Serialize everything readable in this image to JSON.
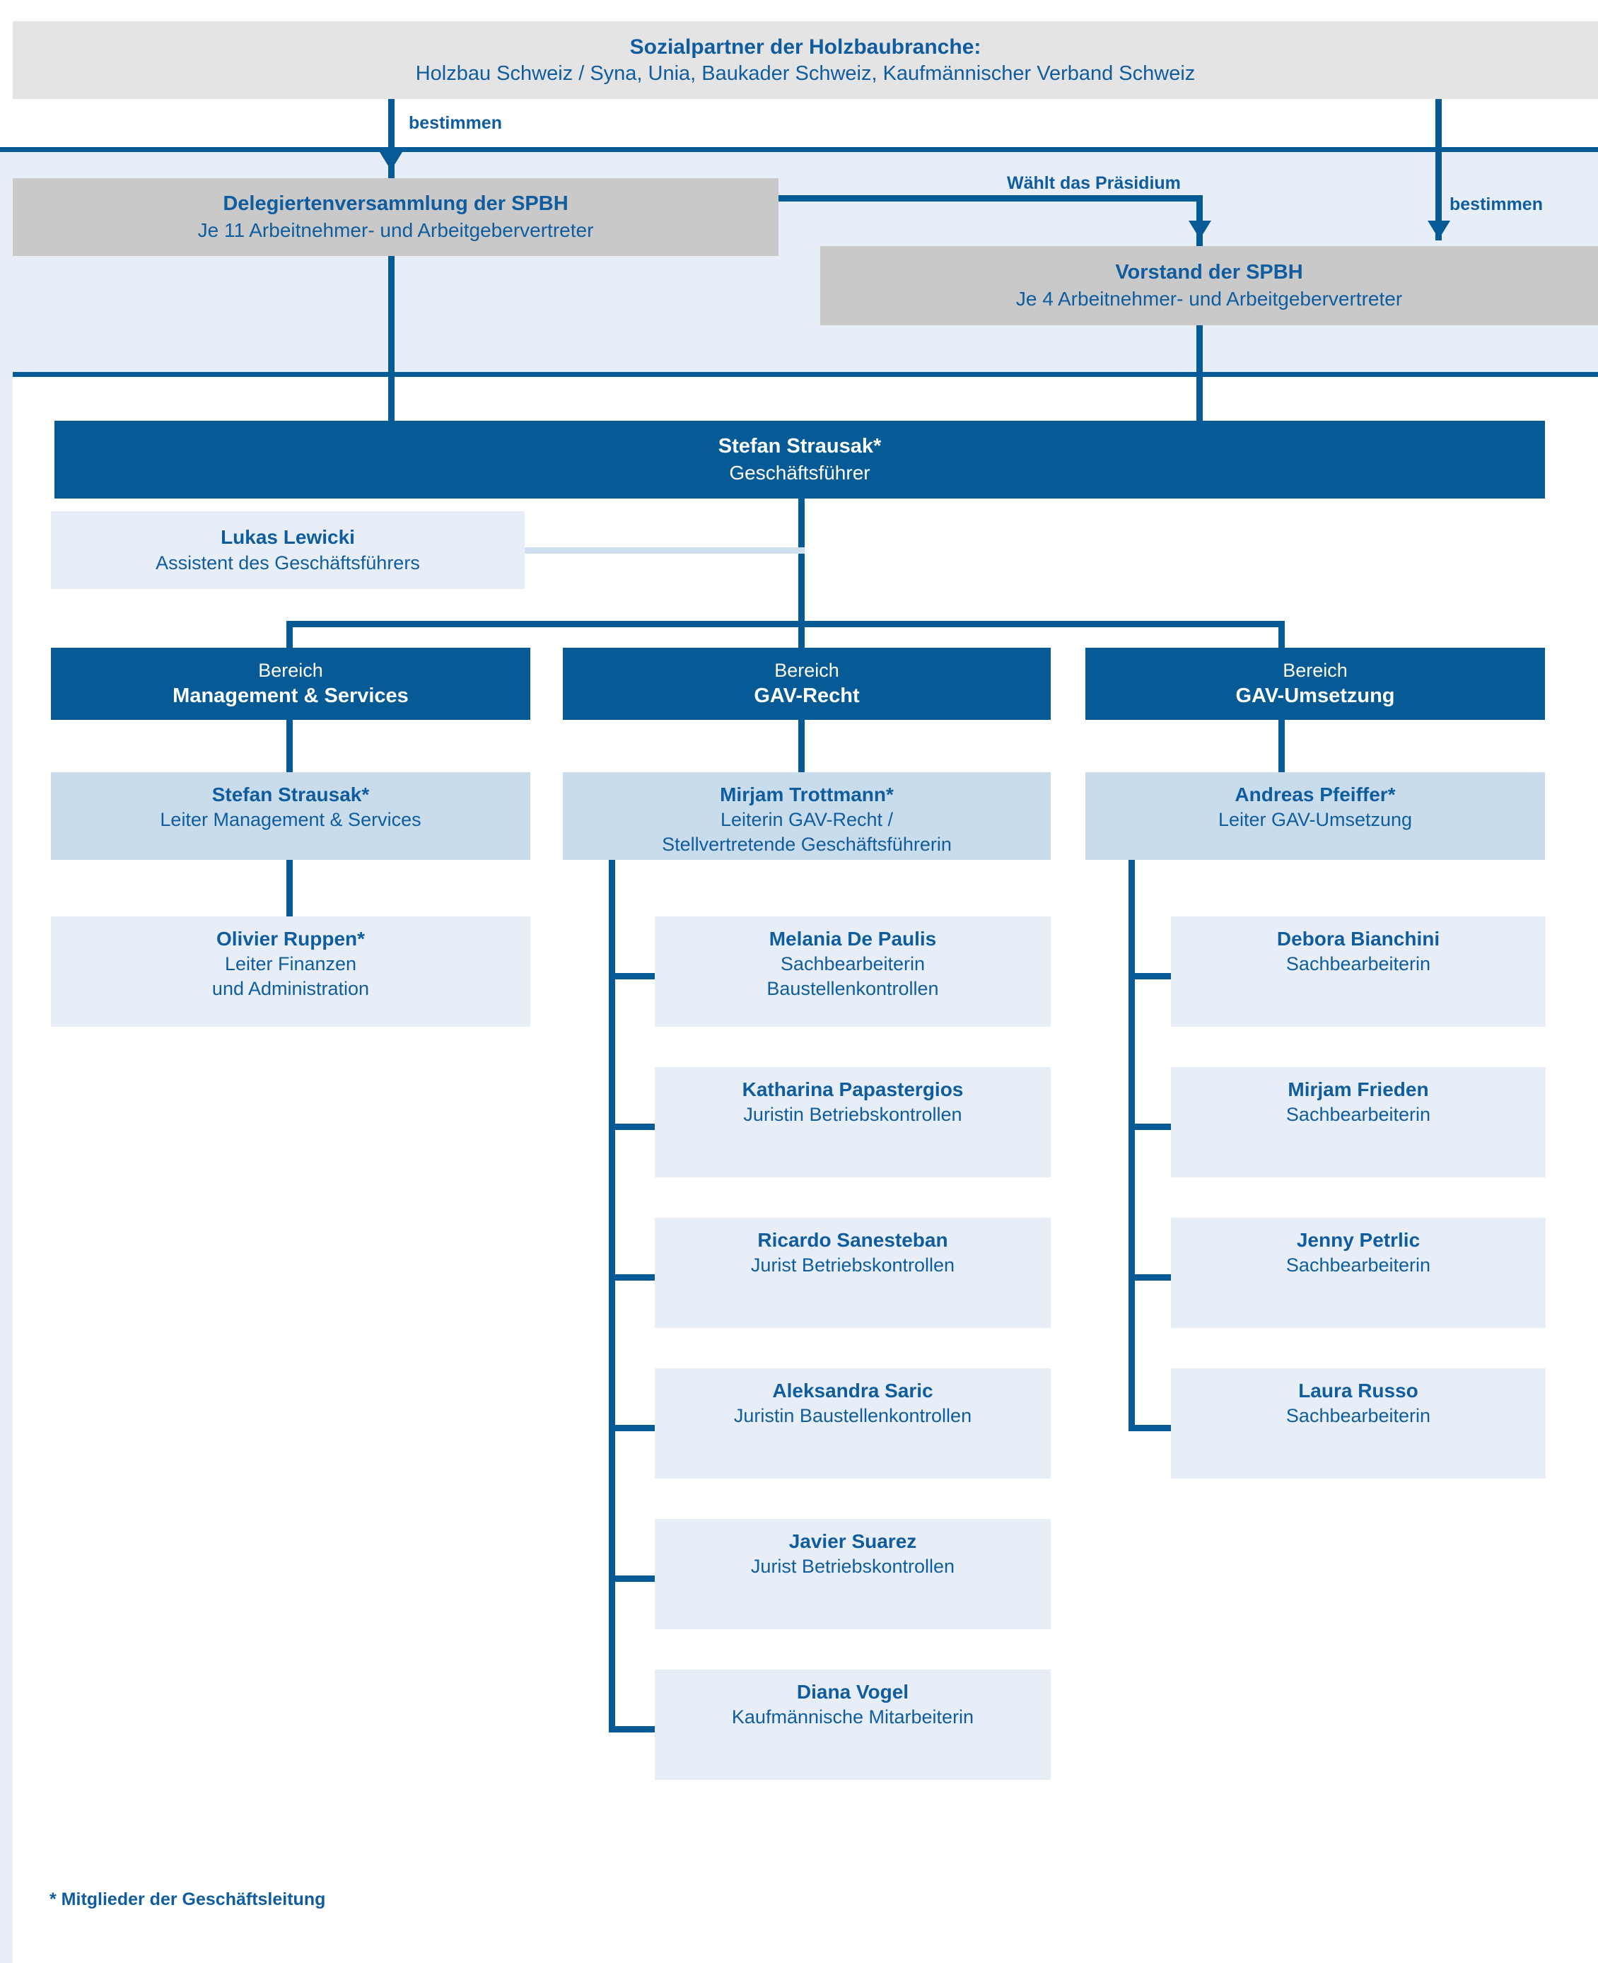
{
  "top_banner": {
    "title": "Sozialpartner der Holzbaubranche:",
    "subtitle": "Holzbau Schweiz / Syna, Unia, Baukader Schweiz, Kaufmännischer Verband Schweiz"
  },
  "edge_labels": {
    "bestimmen_left": "bestimmen",
    "bestimmen_right": "bestimmen",
    "waehlt_praesidium": "Wählt das Präsidium"
  },
  "governance": {
    "delegiertenversammlung": {
      "name": "Delegiertenversammlung der SPBH",
      "role": "Je 11 Arbeitnehmer- und Arbeitgebervertreter"
    },
    "vorstand": {
      "name": "Vorstand der SPBH",
      "role": "Je 4 Arbeitnehmer- und Arbeitgebervertreter"
    }
  },
  "chief": {
    "name": "Stefan Strausak*",
    "role": "Geschäftsführer"
  },
  "assistant": {
    "name": "Lukas Lewicki",
    "role": "Assistent des Geschäftsführers"
  },
  "departments": [
    {
      "prefix": "Bereich",
      "name": "Management & Services",
      "leader": {
        "name": "Stefan Strausak*",
        "role_lines": [
          "Leiter Management & Services"
        ]
      },
      "staff": [
        {
          "name": "Olivier Ruppen*",
          "role_lines": [
            "Leiter Finanzen",
            "und Administration"
          ]
        }
      ]
    },
    {
      "prefix": "Bereich",
      "name": "GAV-Recht",
      "leader": {
        "name": "Mirjam Trottmann*",
        "role_lines": [
          "Leiterin GAV-Recht /",
          "Stellvertretende Geschäftsführerin"
        ]
      },
      "staff": [
        {
          "name": "Melania De Paulis",
          "role_lines": [
            "Sachbearbeiterin",
            "Baustellenkontrollen"
          ]
        },
        {
          "name": "Katharina Papastergios",
          "role_lines": [
            "Juristin Betriebskontrollen"
          ]
        },
        {
          "name": "Ricardo Sanesteban",
          "role_lines": [
            "Jurist Betriebskontrollen"
          ]
        },
        {
          "name": "Aleksandra Saric",
          "role_lines": [
            "Juristin Baustellenkontrollen"
          ]
        },
        {
          "name": "Javier Suarez",
          "role_lines": [
            "Jurist Betriebskontrollen"
          ]
        },
        {
          "name": "Diana Vogel",
          "role_lines": [
            "Kaufmännische Mitarbeiterin"
          ]
        }
      ]
    },
    {
      "prefix": "Bereich",
      "name": "GAV-Umsetzung",
      "leader": {
        "name": "Andreas Pfeiffer*",
        "role_lines": [
          "Leiter GAV-Umsetzung"
        ]
      },
      "staff": [
        {
          "name": "Debora Bianchini",
          "role_lines": [
            "Sachbearbeiterin"
          ]
        },
        {
          "name": "Mirjam Frieden",
          "role_lines": [
            "Sachbearbeiterin"
          ]
        },
        {
          "name": "Jenny Petrlic",
          "role_lines": [
            "Sachbearbeiterin"
          ]
        },
        {
          "name": "Laura Russo",
          "role_lines": [
            "Sachbearbeiterin"
          ]
        }
      ]
    }
  ],
  "footnote": "* Mitglieder der Geschäftsleitung",
  "colors": {
    "accent_blue": "#065a96",
    "text_blue": "#0f5c9e",
    "band_light": "#e7eef7",
    "box_grey": "#c9c9c9",
    "box_leader": "#c9dcec",
    "box_staff": "#e7eef7"
  }
}
